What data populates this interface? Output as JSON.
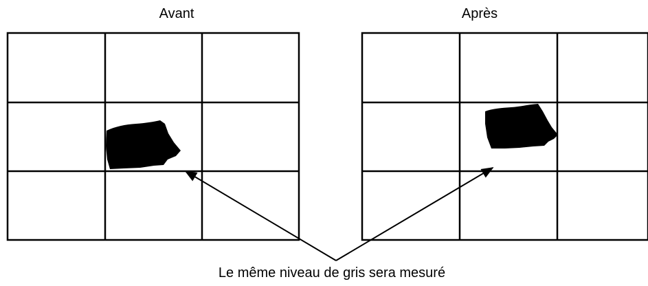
{
  "panels": {
    "before": {
      "title": "Avant"
    },
    "after": {
      "title": "Après"
    }
  },
  "caption": "Le même niveau de gris sera mesuré",
  "colors": {
    "line": "#000000",
    "blob": "#000000",
    "background": "#ffffff"
  }
}
